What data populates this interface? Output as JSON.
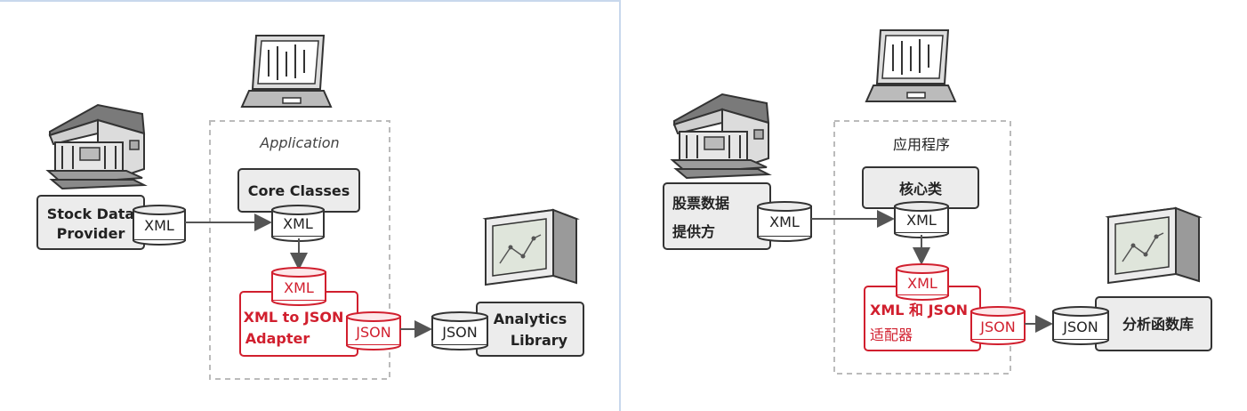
{
  "english": {
    "provider": {
      "line1": "Stock Data",
      "line2": "Provider"
    },
    "group_label": "Application",
    "core": "Core Classes",
    "adapter": {
      "line1": "XML to JSON",
      "line2": "Adapter"
    },
    "library": {
      "line1": "Analytics",
      "line2": "Library"
    },
    "xml": "XML",
    "json": "JSON"
  },
  "chinese": {
    "provider": {
      "line1": "股票数据",
      "line2": "提供方"
    },
    "group_label": "应用程序",
    "core": "核心类",
    "adapter": {
      "line1": "XML 和 JSON",
      "line2": "适配器"
    },
    "library": "分析函数库",
    "xml": "XML",
    "json": "JSON"
  },
  "icons": [
    "bank-building-icon",
    "laptop-chart-icon",
    "analytics-box-icon"
  ],
  "colors": {
    "adapter_red": "#d11f2e",
    "box_fill": "#ececec",
    "outline": "#333333"
  }
}
